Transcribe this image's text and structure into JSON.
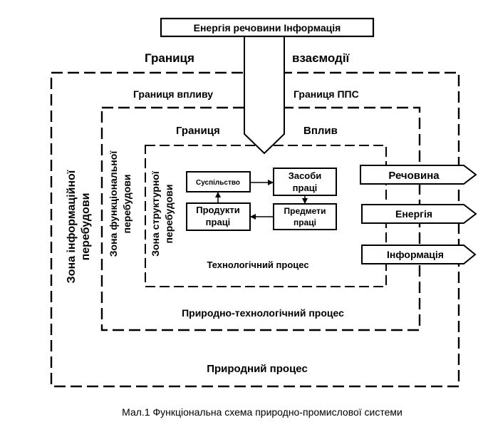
{
  "top_label": "Енергія речовини Інформація",
  "boundaries": {
    "interaction_left": "Границя",
    "interaction_right": "взаємодії",
    "influence_left": "Границя впливу",
    "pps_right": "Границя ППС",
    "inner_left": "Границя",
    "inner_right": "Вплив"
  },
  "zones": {
    "informational": [
      "Зона інформаційної",
      "перебудови"
    ],
    "functional": [
      "Зона функціональної",
      "перебудови"
    ],
    "structural": [
      "Зона структурної",
      "перебудови"
    ]
  },
  "nodes": {
    "society": "Суспільство",
    "means": [
      "Засоби",
      "праці"
    ],
    "products": [
      "Продукти",
      "праці"
    ],
    "objects": [
      "Предмети",
      "праці"
    ]
  },
  "processes": {
    "technological": "Технологічний процес",
    "natural_technological": "Природно-технологічний процес",
    "natural": "Природний процес"
  },
  "outputs": [
    "Речовина",
    "Енергія",
    "Інформація"
  ],
  "caption": "Мал.1 Функціональна схема природно-промислової системи"
}
